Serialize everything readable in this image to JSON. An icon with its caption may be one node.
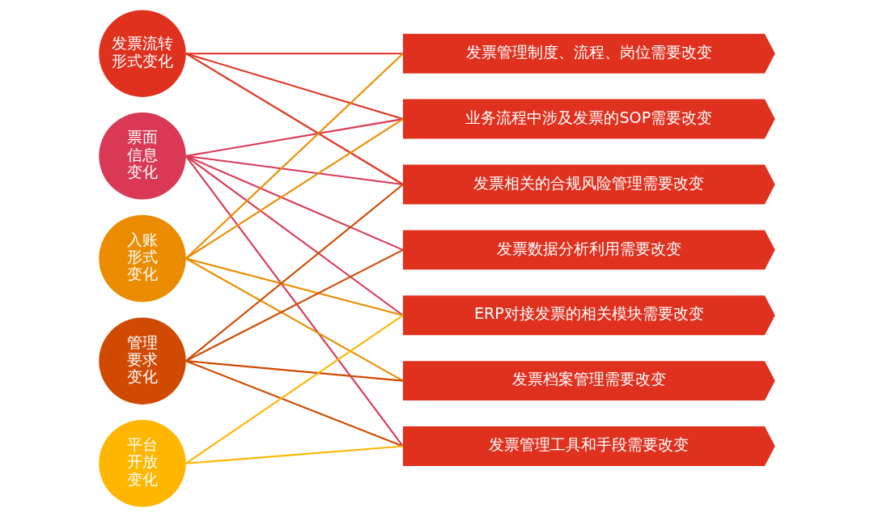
{
  "diagram": {
    "nodes": [
      {
        "text": [
          "发票流转形式变化"
        ]
      },
      {
        "text": [
          "票面信息变化"
        ]
      },
      {
        "text": [
          "入账形式变化"
        ]
      },
      {
        "text": [
          "管理要求变化"
        ]
      },
      {
        "text": [
          "平台开放变化"
        ]
      },
      {
        "text": [
          "发票管理制度、流程、岗位需要改变"
        ]
      },
      {
        "text": [
          "业务流程中涉及发票的SOP需要改变"
        ]
      },
      {
        "text": [
          "发票相关的合规风险管理需要改变"
        ]
      },
      {
        "text": [
          "发票数据分析利用需要改变"
        ]
      },
      {
        "text": [
          "ERP对接发票的相关模块需要改变"
        ]
      },
      {
        "text": [
          "发票档案管理需要改变"
        ]
      },
      {
        "text": [
          "发票管理工具和手段需要改变"
        ]
      }
    ],
    "edges": [
      {
        "from": 0,
        "to": 5,
        "arrow": "none",
        "color": "#e0301e"
      },
      {
        "from": 0,
        "to": 6,
        "arrow": "none",
        "color": "#e0301e"
      },
      {
        "from": 0,
        "to": 7,
        "arrow": "none",
        "color": "#e0301e"
      },
      {
        "from": 1,
        "to": 6,
        "arrow": "none",
        "color": "#d93954"
      },
      {
        "from": 1,
        "to": 7,
        "arrow": "none",
        "color": "#d93954"
      },
      {
        "from": 1,
        "to": 8,
        "arrow": "none",
        "color": "#d93954"
      },
      {
        "from": 1,
        "to": 9,
        "arrow": "none",
        "color": "#d93954"
      },
      {
        "from": 1,
        "to": 11,
        "arrow": "none",
        "color": "#d93954"
      },
      {
        "from": 2,
        "to": 5,
        "arrow": "none",
        "color": "#eb8c00"
      },
      {
        "from": 2,
        "to": 6,
        "arrow": "none",
        "color": "#eb8c00"
      },
      {
        "from": 2,
        "to": 9,
        "arrow": "none",
        "color": "#eb8c00"
      },
      {
        "from": 2,
        "to": 10,
        "arrow": "none",
        "color": "#eb8c00"
      },
      {
        "from": 3,
        "to": 7,
        "arrow": "none",
        "color": "#d04a02"
      },
      {
        "from": 3,
        "to": 8,
        "arrow": "none",
        "color": "#d04a02"
      },
      {
        "from": 3,
        "to": 10,
        "arrow": "none",
        "color": "#d04a02"
      },
      {
        "from": 3,
        "to": 11,
        "arrow": "none",
        "color": "#d04a02"
      },
      {
        "from": 4,
        "to": 9,
        "arrow": "none",
        "color": "#ffb600"
      },
      {
        "from": 4,
        "to": 11,
        "arrow": "none",
        "color": "#ffb600"
      }
    ]
  }
}
